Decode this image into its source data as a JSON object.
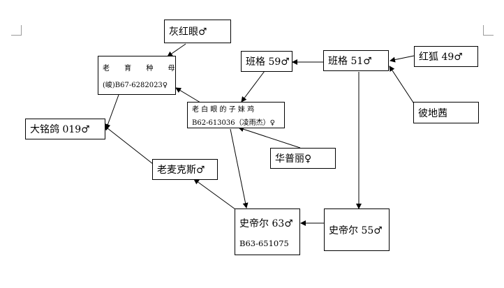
{
  "nodes": {
    "grey_red_eye": {
      "label": "灰红眼♂"
    },
    "old_breeding_hen": {
      "line1": "老 育 种 母",
      "line2": "(峻)B67-6282023♀"
    },
    "big_ming_pigeon": {
      "label": "大铭鸽 019♂"
    },
    "banger_59": {
      "label": "班格 59♂"
    },
    "banger_51": {
      "label": "班格 51♂"
    },
    "red_fox_49": {
      "label": "红狐 49♂"
    },
    "bidiqian": {
      "label": "彼地茜"
    },
    "old_white_eye_daughter": {
      "line1": "老 白 眼 的 子 妹 鸡",
      "line2": "B62-613036（凌雨杰）♀"
    },
    "huapuli": {
      "label": "华普丽♀"
    },
    "lao_maikesi": {
      "label": "老麦克斯♂"
    },
    "stier_63": {
      "line1": "史帝尔 63♂",
      "line2": "B63-651075"
    },
    "stier_55": {
      "label": "史帝尔 55♂"
    }
  }
}
